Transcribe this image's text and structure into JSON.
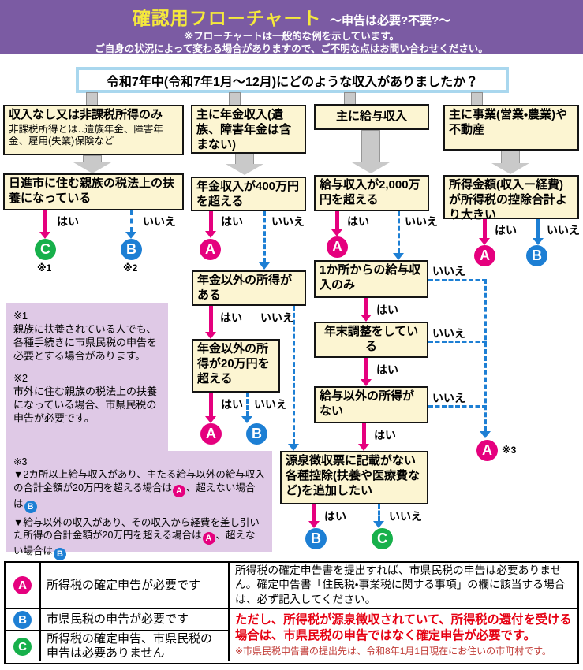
{
  "header": {
    "title": "確認用フローチャート",
    "title_suffix": "～申告は必要?不要?～",
    "sub1": "※フローチャートは一般的な例を示しています。",
    "sub2": "ご自身の状況によって変わる場合がありますので、ご不明な点はお問い合わせください。"
  },
  "question": "令和7年中(令和7年1月～12月)にどのような収入がありましたか？",
  "labels": {
    "yes": "はい",
    "no": "いいえ",
    "ref1": "※1",
    "ref2": "※2",
    "ref3": "※3"
  },
  "flow": {
    "col1": {
      "start_title": "収入なし又は非課税所得のみ",
      "start_sub": "非課税所得とは‥遺族年金、障害年金、雇用(失業)保険など",
      "q1": "日進市に住む親族の税法上の扶養になっている"
    },
    "col2": {
      "start": "主に年金収入(遺族、障害年金は含まない)",
      "q1": "年金収入が400万円を超える",
      "q2": "年金以外の所得がある",
      "q3": "年金以外の所得が20万円を超える"
    },
    "col3": {
      "start": "主に給与収入",
      "q1": "給与収入が2,000万円を超える",
      "q2": "1か所からの給与収入のみ",
      "q3": "年末調整をしている",
      "q4": "給与以外の所得がない",
      "q5": "源泉徴収票に記載がない各種控除(扶養や医療費など)を追加したい"
    },
    "col4": {
      "start": "主に事業(営業・農業)や不動産",
      "q1": "所得金額(収入ー経費)が所得税の控除合計より大きい"
    }
  },
  "notes": {
    "n1_head": "※1",
    "n1": "親族に扶養されている人でも、各種手続きに市県民税の申告を必要とする場合があります。",
    "n2_head": "※2",
    "n2": "市外に住む親族の税法上の扶養になっている場合、市県民税の申告が必要です。",
    "n3_head": "※3",
    "n3_lines": [
      [
        {
          "t": "▼2カ所以上給与収入があり、主たる給与以外の給与収入の合計金額が20万円を超える場合は"
        },
        {
          "b": "A"
        },
        {
          "t": "、超えない場合は"
        },
        {
          "b": "B"
        }
      ],
      [
        {
          "t": "▼給与以外の収入があり、その収入から経費を差し引いた所得の合計金額が20万円を超える場合は"
        },
        {
          "b": "A"
        },
        {
          "t": "、超えない場合は"
        },
        {
          "b": "B"
        }
      ]
    ]
  },
  "results": {
    "a": {
      "letter": "A",
      "color": "#e5007e",
      "label": "所得税の確定申告が必要です"
    },
    "b": {
      "letter": "B",
      "color": "#1d7fd4",
      "label": "市県民税の申告が必要です"
    },
    "c": {
      "letter": "C",
      "color": "#17b04b",
      "label": "所得税の確定申告、市県民税の申告は必要ありません"
    },
    "desc_a": "所得税の確定申告書を提出すれば、市県民税の申告は必要ありません。確定申告書「住民税・事業税に関する事項」の欄に該当する場合は、必ず記入してください。",
    "desc_bc_red": "ただし、所得税が源泉徴収されていて、所得税の還付を受ける場合は、市県民税の申告ではなく確定申告が必要です。",
    "desc_bc_note": "※市県民税申告書の提出先は、令和8年1月1日現在にお住いの市町村です。"
  },
  "colors": {
    "header_bg": "#7b5ba3",
    "title_yellow": "#f5e93c",
    "box_fill": "#fcf5d2",
    "notes_bg": "#dfc9e6",
    "magenta": "#e5007e",
    "blue": "#1d7fd4",
    "green": "#17b04b",
    "red_text": "#e60012",
    "question_border": "#a9d7ee",
    "gray_arrow": "#c9c9c9"
  }
}
